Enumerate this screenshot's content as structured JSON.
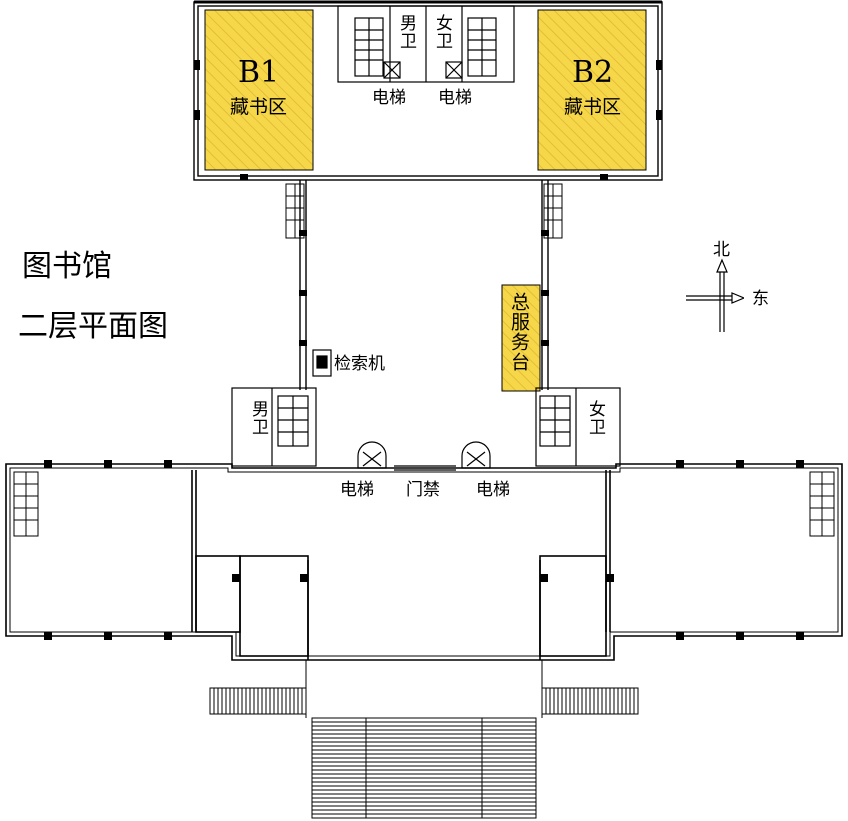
{
  "title": {
    "line1": "图书馆",
    "line2": "二层平面图"
  },
  "rooms": {
    "b1": {
      "code": "B1",
      "name": "藏书区"
    },
    "b2": {
      "code": "B2",
      "name": "藏书区"
    },
    "service_desk": "总服务台"
  },
  "labels": {
    "male_top": "男卫",
    "female_top": "女卫",
    "elevator_top_left": "电梯",
    "elevator_top_right": "电梯",
    "search_terminal": "检索机",
    "male_mid": "男卫",
    "female_mid": "女卫",
    "elevator_mid_left": "电梯",
    "access_gate": "门禁",
    "elevator_mid_right": "电梯"
  },
  "compass": {
    "north": "北",
    "east": "东"
  },
  "colors": {
    "highlight": "#F7D74A",
    "hatch": "#E9C43A",
    "wall": "#000000",
    "floor": "#FFFFFF"
  }
}
